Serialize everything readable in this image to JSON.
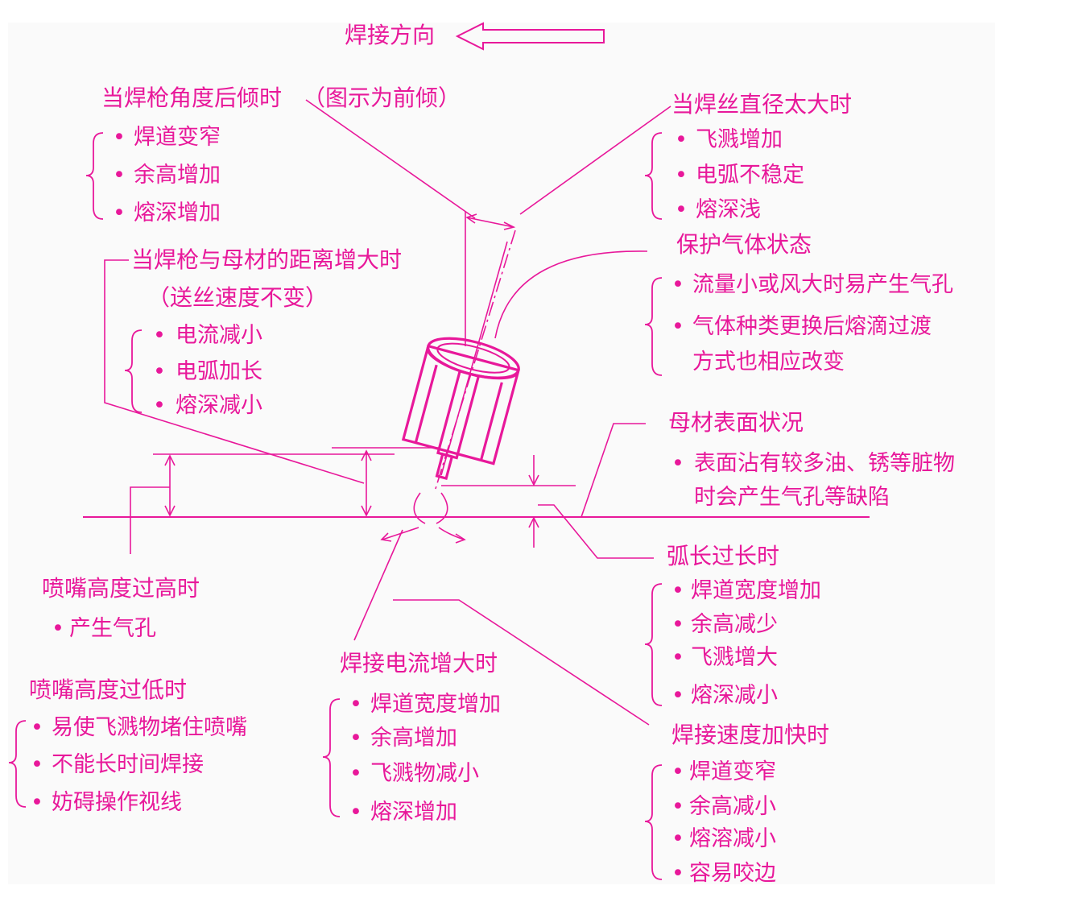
{
  "direction": {
    "label": "焊接方向"
  },
  "groups": {
    "torch_angle": {
      "title": "当焊枪角度后倾时",
      "note": "（图示为前倾）",
      "items": [
        "焊道变窄",
        "余高增加",
        "熔深增加"
      ]
    },
    "wire_diameter": {
      "title": "当焊丝直径太大时",
      "items": [
        "飞溅增加",
        "电弧不稳定",
        "熔深浅"
      ]
    },
    "distance": {
      "title": "当焊枪与母材的距离增大时",
      "note": "（送丝速度不变）",
      "items": [
        "电流减小",
        "电弧加长",
        "熔深减小"
      ]
    },
    "shield_gas": {
      "title": "保护气体状态",
      "items": [
        "流量小或风大时易产生气孔",
        "气体种类更换后熔滴过渡"
      ],
      "item2_cont": "方式也相应改变"
    },
    "base_surface": {
      "title": "母材表面状况",
      "item": "表面沾有较多油、锈等脏物",
      "item_cont": "时会产生气孔等缺陷"
    },
    "arc_length": {
      "title": "弧长过长时",
      "items": [
        "焊道宽度增加",
        "余高减少",
        "飞溅增大",
        "熔深减小"
      ]
    },
    "nozzle_high": {
      "title": "喷嘴高度过高时",
      "items": [
        "产生气孔"
      ]
    },
    "nozzle_low": {
      "title": "喷嘴高度过低时",
      "items": [
        "易使飞溅物堵住喷嘴",
        "不能长时间焊接",
        "妨碍操作视线"
      ]
    },
    "current": {
      "title": "焊接电流增大时",
      "items": [
        "焊道宽度增加",
        "余高增加",
        "飞溅物减小",
        "熔深增加"
      ]
    },
    "speed": {
      "title": "焊接速度加快时",
      "items": [
        "焊道变窄",
        "余高减小",
        "熔溶减小",
        "容易咬边"
      ]
    }
  },
  "bullet": "•",
  "colors": {
    "ink": "#e8189a",
    "panel": "#fafafa"
  }
}
